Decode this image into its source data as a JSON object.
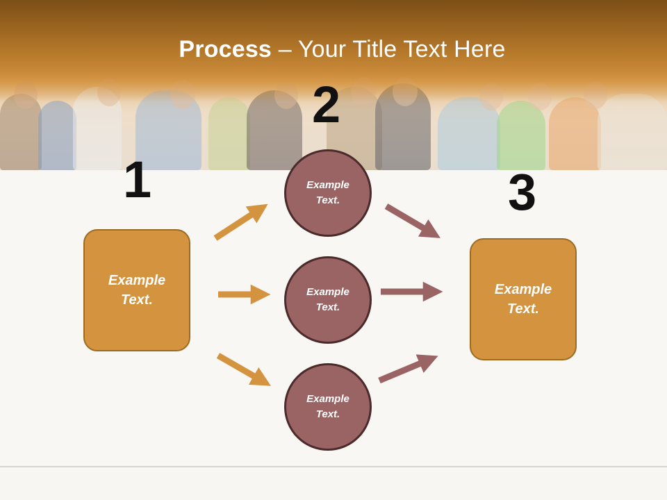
{
  "slide": {
    "title_bold": "Process",
    "title_rest": " – Your Title Text Here"
  },
  "steps": {
    "one": "1",
    "two": "2",
    "three": "3"
  },
  "left_box": {
    "text": "Example\nText."
  },
  "right_box": {
    "text": "Example\nText."
  },
  "circles": [
    {
      "text": "Example\nText."
    },
    {
      "text": "Example\nText."
    },
    {
      "text": "Example\nText."
    }
  ],
  "colors": {
    "orange": "#d4933f",
    "mauve": "#9b6464",
    "header": "#b77a2b"
  }
}
